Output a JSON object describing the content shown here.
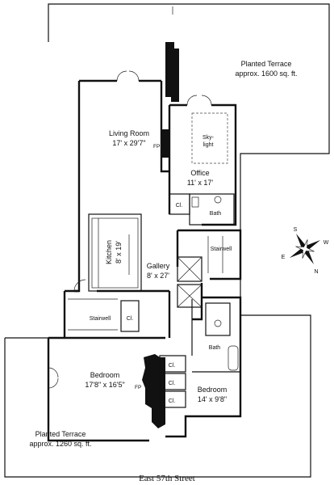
{
  "title": "East 57th Street",
  "rooms": {
    "planted_terrace_north": {
      "name": "Planted Terrace",
      "size": "approx. 1600 sq. ft."
    },
    "living_room": {
      "name": "Living Room",
      "size": "17' x 29'7\""
    },
    "office": {
      "name": "Office",
      "size": "11' x 17'"
    },
    "skylight": {
      "line1": "Sky-",
      "line2": "light"
    },
    "kitchen": {
      "name": "Kitchen",
      "size": "8' x 19'"
    },
    "gallery": {
      "name": "Gallery",
      "size": "8' x 27'"
    },
    "stairwell_east": {
      "name": "Stairwell"
    },
    "stairwell_west": {
      "name": "Stairwell"
    },
    "bath_upper": {
      "name": "Bath"
    },
    "bath_lower": {
      "name": "Bath"
    },
    "master_bedroom": {
      "name": "Bedroom",
      "size": "17'8\" x 16'5\""
    },
    "bedroom": {
      "name": "Bedroom",
      "size": "14' x 9'8\""
    },
    "planted_terrace_south": {
      "name": "Planted Terrace",
      "size": "approx. 1260 sq. ft."
    }
  },
  "closet_label": "Cl.",
  "fireplace_label": "FP",
  "compass": {
    "n": "N",
    "s": "S",
    "e": "E",
    "w": "W"
  }
}
